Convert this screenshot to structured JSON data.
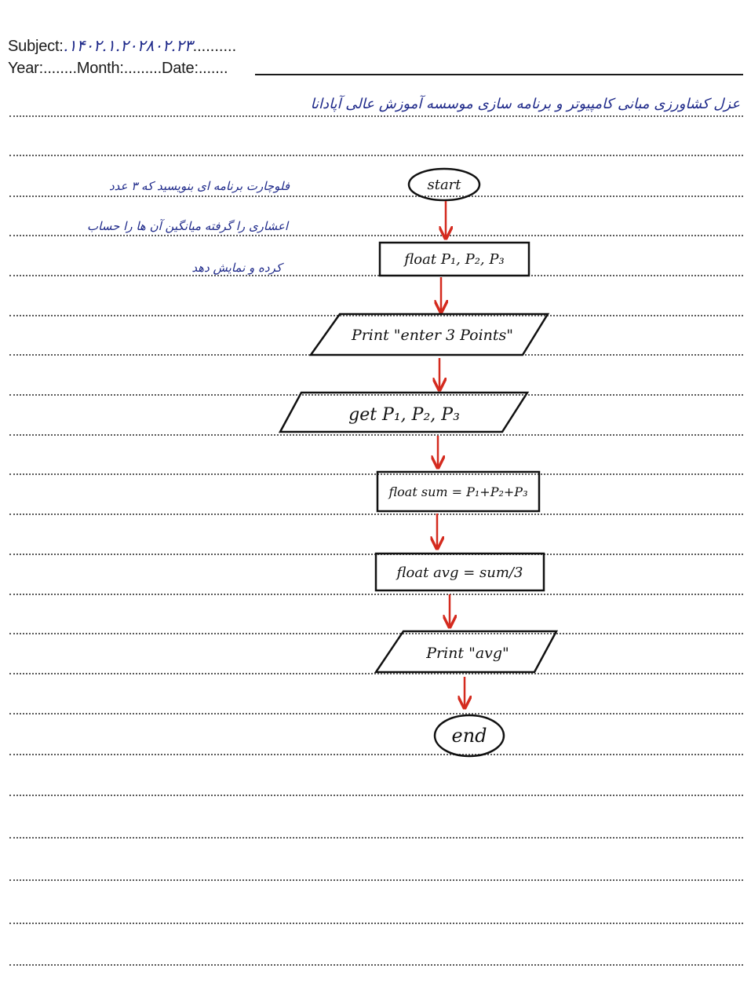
{
  "header": {
    "subject_label": "Subject:",
    "subject_value": ".۱۴۰۲.۱.۲۰۲۸۰۲.۲۳",
    "subject_dots": "..........",
    "year_label": "Year:",
    "month_label": "Month:",
    "date_label": "Date:",
    "dots_short": "........",
    "dots_medium": ".........",
    "dots_long": "......."
  },
  "notes": {
    "title": "عزل کشاورزی مبانی کامپیوتر و برنامه سازی موسسه آموزش عالی آپادانا",
    "task_line1": "فلوچارت برنامه ای بنویسید که ۳ عدد",
    "task_line2": "اعشاری را گرفته میانگین آن ها را حساب",
    "task_line3": "کرده و نمایش دهد"
  },
  "flowchart": {
    "colors": {
      "ink": "#111111",
      "arrow": "#d42a1e",
      "pen": "#1f2a8a"
    },
    "nodes": [
      {
        "id": "start",
        "shape": "terminal",
        "text": "start"
      },
      {
        "id": "declare",
        "shape": "process",
        "text": "float P₁, P₂, P₃"
      },
      {
        "id": "prompt",
        "shape": "io",
        "text": "Print \"enter 3 Points\""
      },
      {
        "id": "input",
        "shape": "io",
        "text": "get P₁, P₂, P₃"
      },
      {
        "id": "sum",
        "shape": "process",
        "text": "float sum = P₁+P₂+P₃"
      },
      {
        "id": "avg",
        "shape": "process",
        "text": "float avg = sum/3"
      },
      {
        "id": "output",
        "shape": "io",
        "text": "Print \"avg\""
      },
      {
        "id": "end",
        "shape": "terminal",
        "text": "end"
      }
    ]
  }
}
